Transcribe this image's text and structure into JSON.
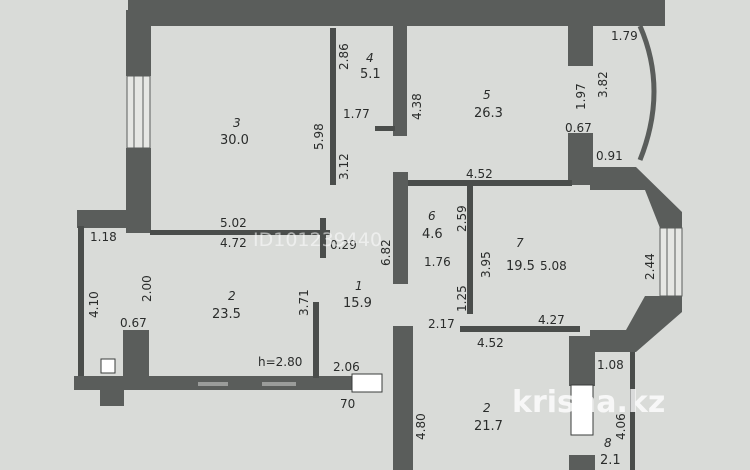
{
  "rooms": [
    {
      "number": "3",
      "area": "30.0"
    },
    {
      "number": "4",
      "area": "5.1"
    },
    {
      "number": "5",
      "area": "26.3"
    },
    {
      "number": "6",
      "area": "4.6"
    },
    {
      "number": "7",
      "area": "19.5"
    },
    {
      "number": "1",
      "area": "15.9"
    },
    {
      "number": "2",
      "area": "23.5"
    },
    {
      "number": "2",
      "area": "21.7"
    },
    {
      "number": "8",
      "area": "2.1"
    }
  ],
  "dimensions": [
    "1.79",
    "2.86",
    "1.77",
    "5.98",
    "3.12",
    "4.38",
    "1.97",
    "3.82",
    "0.67",
    "0.91",
    "4.52",
    "5.02",
    "4.72",
    "0.29",
    "6.82",
    "2.59",
    "1.76",
    "3.95",
    "5.08",
    "2.44",
    "1.18",
    "2.00",
    "4.10",
    "0.67",
    "3.71",
    "1.25",
    "2.17",
    "4.27",
    "4.52",
    "2.06",
    "1.08",
    "4.80",
    "4.06"
  ],
  "ceiling_height": "h=2.80",
  "door_mark": "70",
  "watermark": "ID101239440",
  "logo": "krisha.kz"
}
